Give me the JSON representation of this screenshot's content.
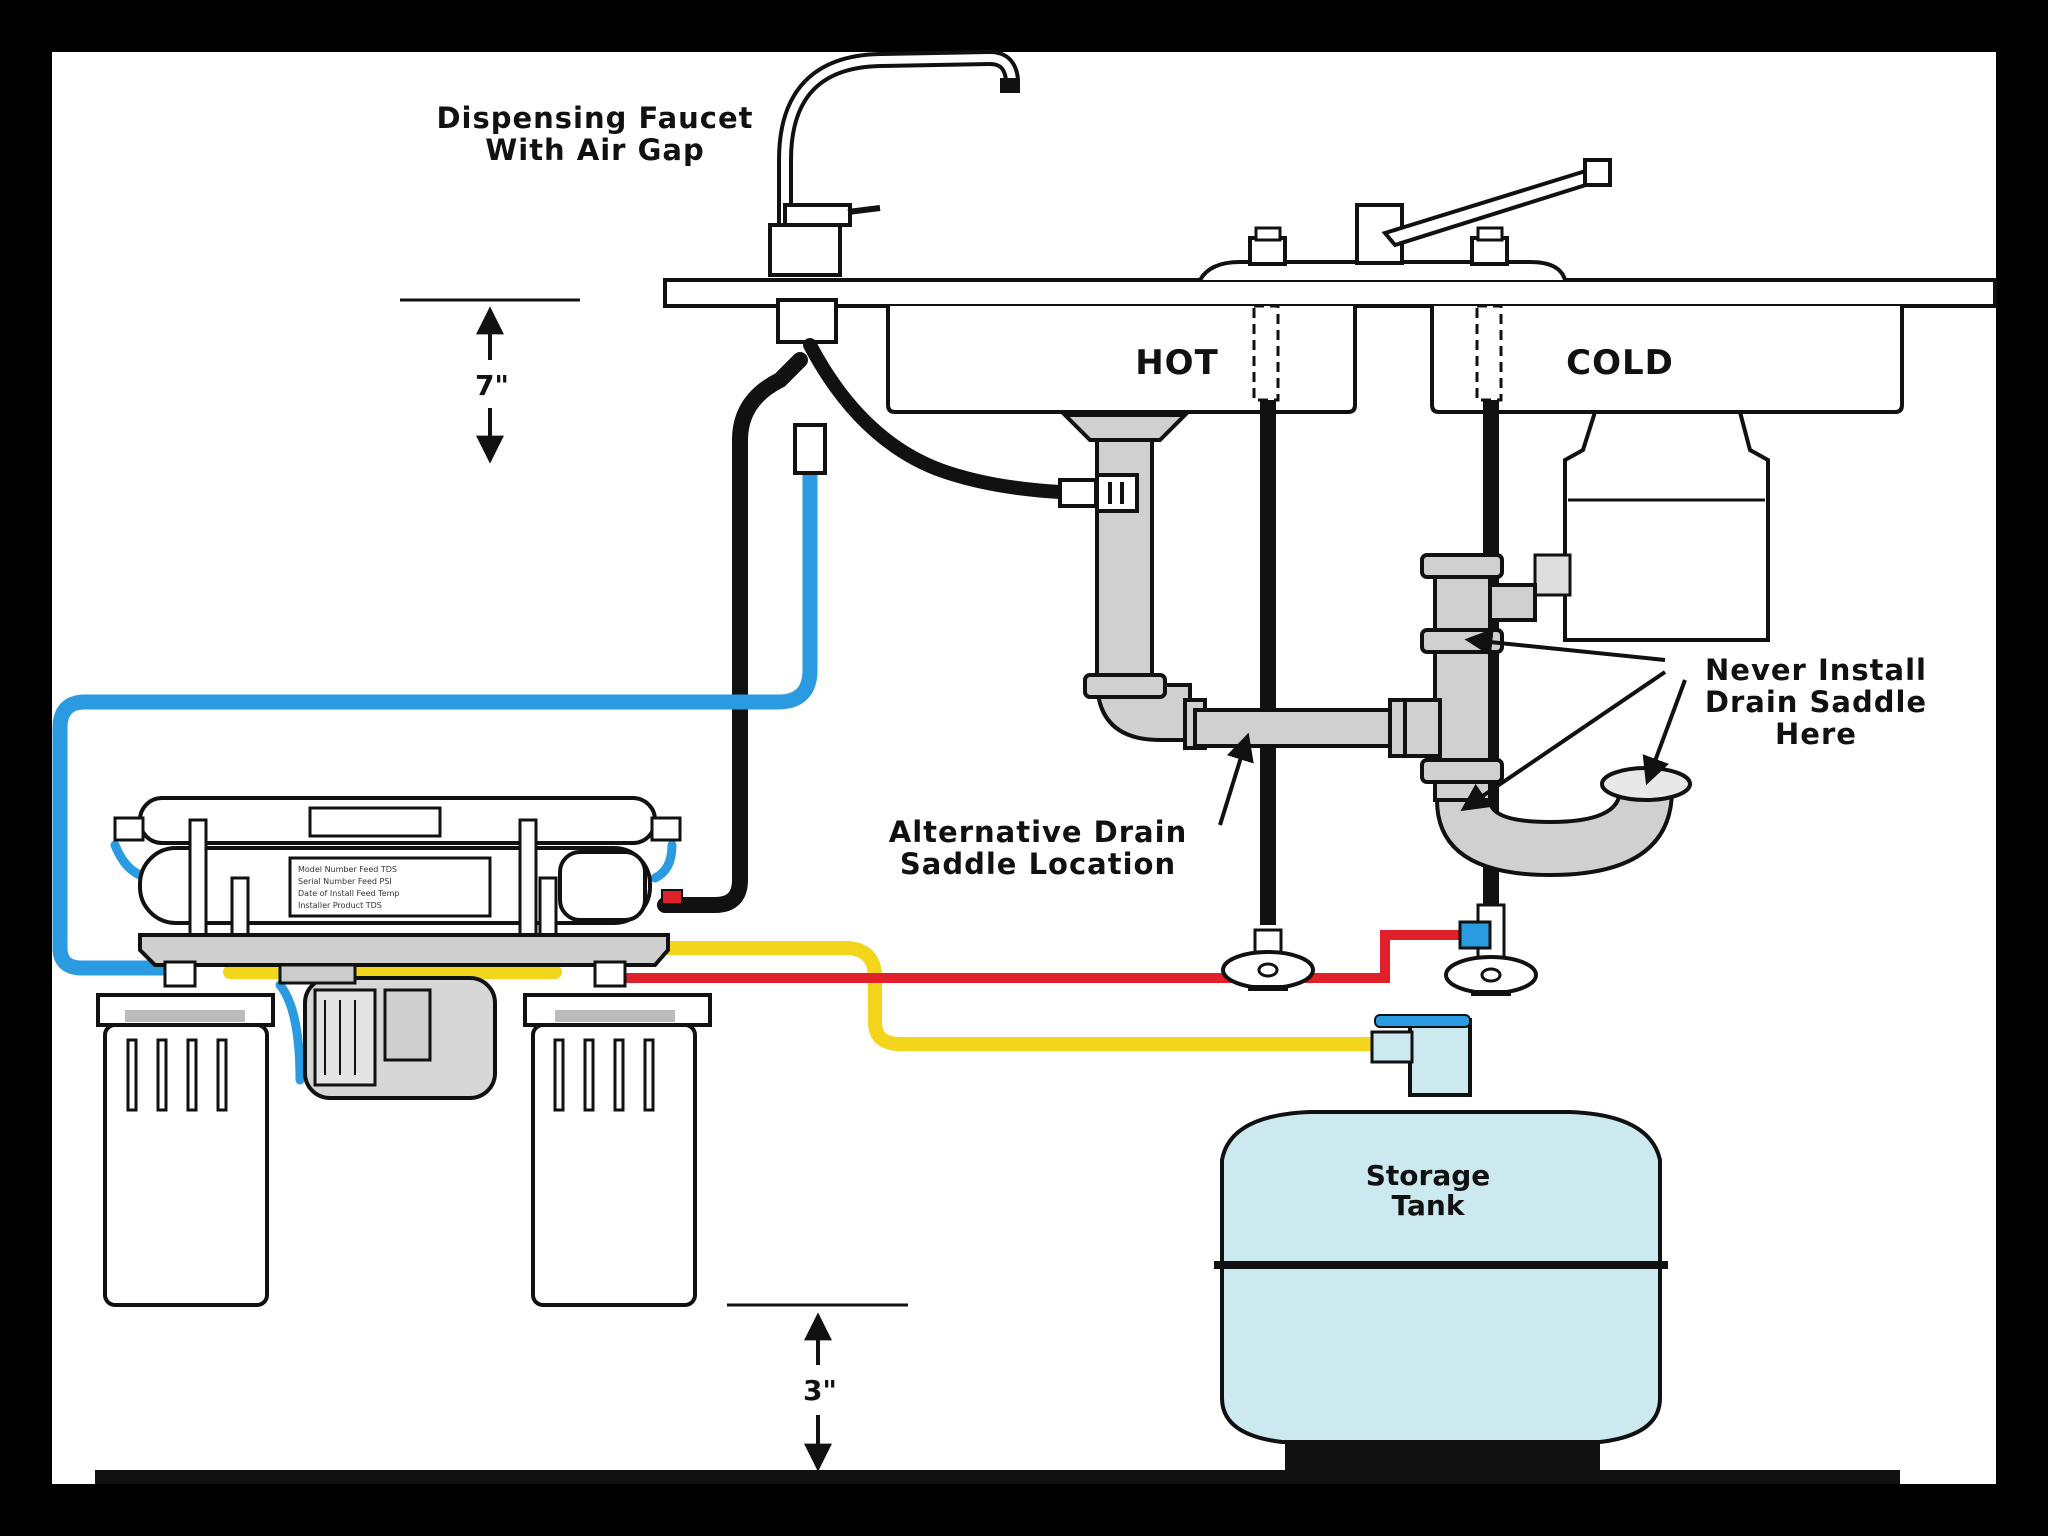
{
  "labels": {
    "faucet_line1": "Dispensing Faucet",
    "faucet_line2": "With Air Gap",
    "hot": "HOT",
    "cold": "COLD",
    "never_line1": "Never Install",
    "never_line2": "Drain Saddle",
    "never_line3": "Here",
    "alt_line1": "Alternative Drain",
    "alt_line2": "Saddle Location",
    "tank_line1": "Storage",
    "tank_line2": "Tank",
    "dim_top": "7\"",
    "dim_bottom": "3\""
  },
  "colors": {
    "background": "#000000",
    "canvas": "#ffffff",
    "feed_line": "#2a9be0",
    "product_line": "#f3d51c",
    "supply_line": "#e0202a",
    "drain_line": "#111111",
    "pvc": "#cfcfcf",
    "tank": "#cbe9ef"
  },
  "icons": [
    "arrow-up-icon",
    "arrow-down-icon",
    "pointer-arrow-icon"
  ]
}
